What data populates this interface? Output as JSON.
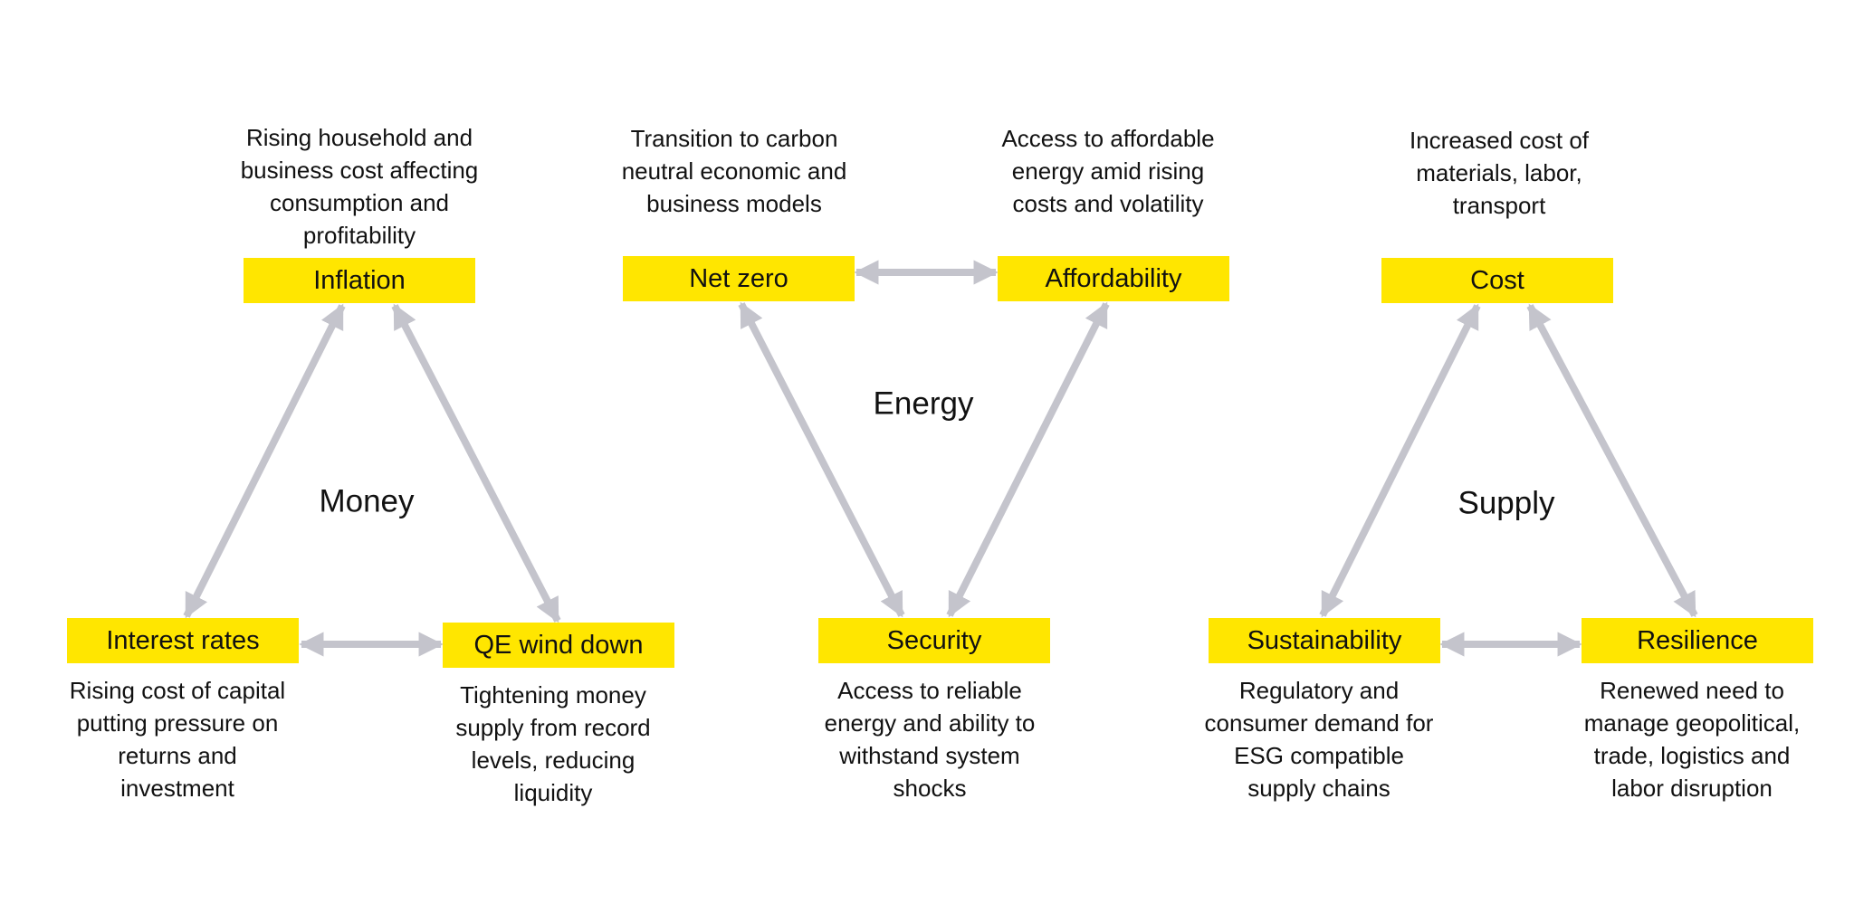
{
  "groups": [
    {
      "label": "Money",
      "nodes": {
        "top": {
          "label": "Inflation",
          "description": [
            "Rising household and",
            "business cost affecting",
            "consumption and",
            "profitability"
          ]
        },
        "bottom_left": {
          "label": "Interest rates",
          "description": [
            "Rising cost of capital",
            "putting pressure on",
            "returns and",
            "investment"
          ]
        },
        "bottom_right": {
          "label": "QE wind down",
          "description": [
            "Tightening money",
            "supply from record",
            "levels, reducing",
            "liquidity"
          ]
        }
      }
    },
    {
      "label": "Energy",
      "nodes": {
        "top_left": {
          "label": "Net zero",
          "description": [
            "Transition to carbon",
            "neutral economic and",
            "business models"
          ]
        },
        "top_right": {
          "label": "Affordability",
          "description": [
            "Access to affordable",
            "energy amid rising",
            "costs and volatility"
          ]
        },
        "bottom": {
          "label": "Security",
          "description": [
            "Access to reliable",
            "energy and ability to",
            "withstand system",
            "shocks"
          ]
        }
      }
    },
    {
      "label": "Supply",
      "nodes": {
        "top": {
          "label": "Cost",
          "description": [
            "Increased cost of",
            "materials, labor,",
            "transport"
          ]
        },
        "bottom_left": {
          "label": "Sustainability",
          "description": [
            "Regulatory and",
            "consumer demand for",
            "ESG compatible",
            "supply chains"
          ]
        },
        "bottom_right": {
          "label": "Resilience",
          "description": [
            "Renewed need to",
            "manage geopolitical,",
            "trade, logistics and",
            "labor disruption"
          ]
        }
      }
    }
  ],
  "colors": {
    "box_fill": "#ffe600",
    "arrow": "#c4c4cc",
    "text": "#111111"
  }
}
